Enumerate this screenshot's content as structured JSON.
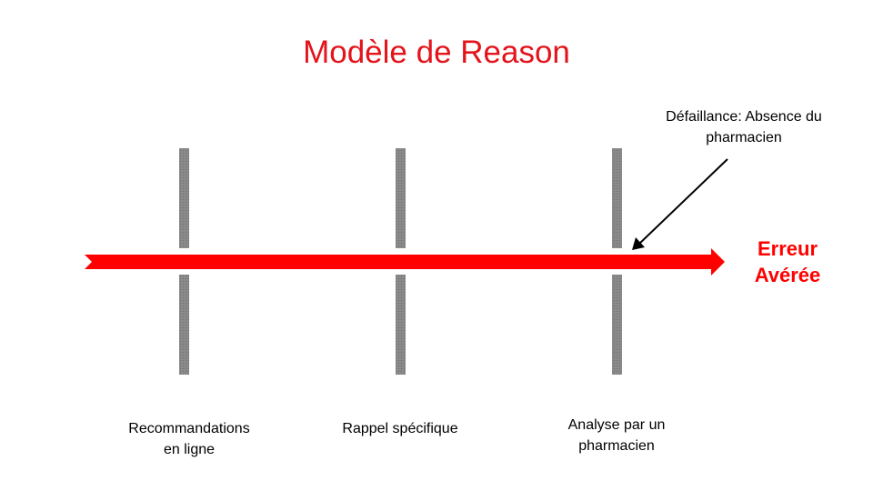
{
  "title": "Modèle de Reason",
  "barriers": [
    {
      "label_lines": [
        "Recommandations",
        "en ligne"
      ]
    },
    {
      "label_lines": [
        "Rappel spécifique"
      ]
    },
    {
      "label_lines": [
        "Analyse par un",
        "pharmacien"
      ]
    }
  ],
  "failure": {
    "label_lines": [
      "Défaillance: Absence du",
      "pharmacien"
    ]
  },
  "result": {
    "label_lines": [
      "Erreur",
      "Avérée"
    ]
  },
  "colors": {
    "title": "#e3141b",
    "trajectory": "#ff0000",
    "barrier": "#808080",
    "result": "#ff0000"
  }
}
